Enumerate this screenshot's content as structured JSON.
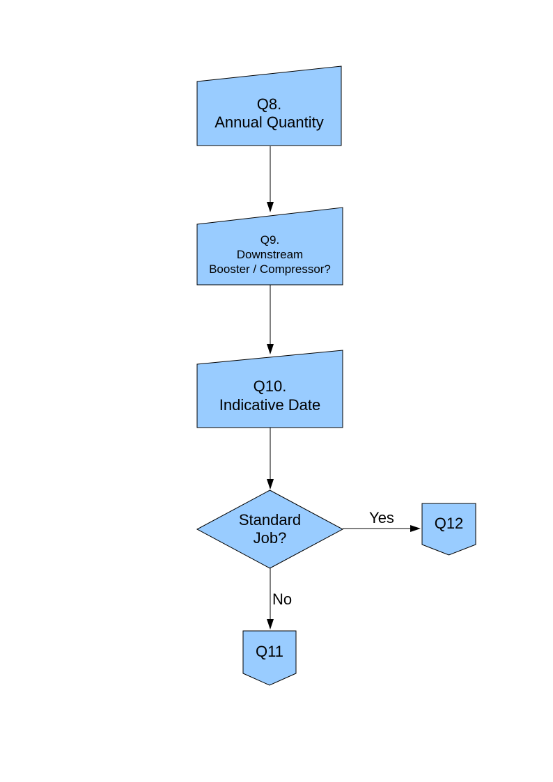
{
  "colors": {
    "node_fill": "#99CCFF",
    "node_border": "#000000",
    "connector": "#000000",
    "label_text": "#000000",
    "page_background": "#FFFFFF"
  },
  "flowchart": {
    "q8": {
      "lines": [
        "Q8.",
        "Annual Quantity"
      ]
    },
    "q9": {
      "lines": [
        "Q9.",
        "Downstream",
        "Booster / Compressor?"
      ]
    },
    "q10": {
      "lines": [
        "Q10.",
        "Indicative Date"
      ]
    },
    "decision": {
      "lines": [
        "Standard",
        "Job?"
      ]
    },
    "q12": {
      "label": "Q12"
    },
    "q11": {
      "label": "Q11"
    },
    "edge_labels": {
      "yes": "Yes",
      "no": "No"
    }
  }
}
